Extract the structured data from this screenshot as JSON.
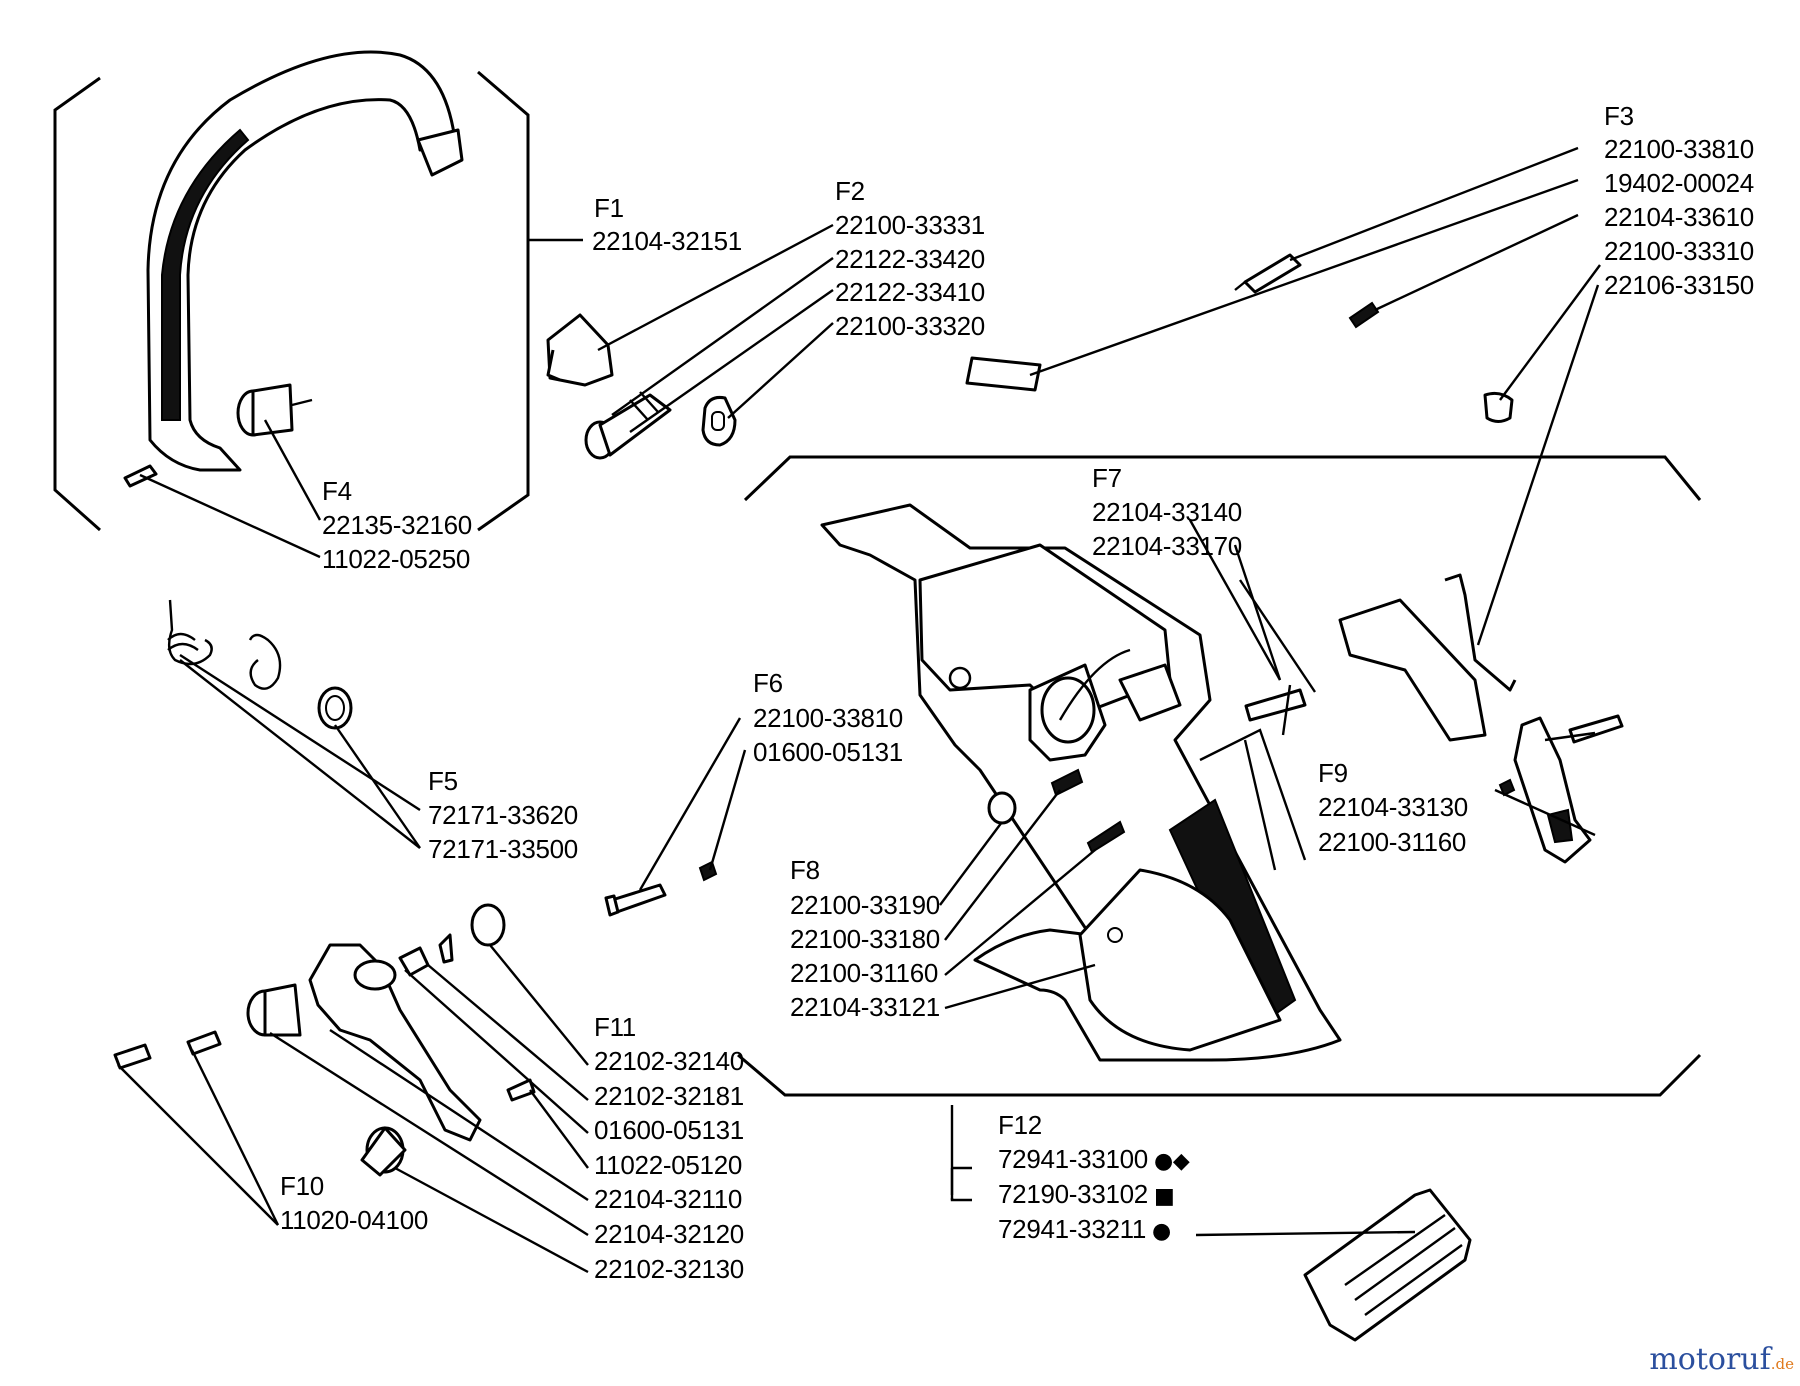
{
  "groups": [
    {
      "id": "F1",
      "parts": [
        "22104-32151"
      ]
    },
    {
      "id": "F2",
      "parts": [
        "22100-33331",
        "22122-33420",
        "22122-33410",
        "22100-33320"
      ]
    },
    {
      "id": "F3",
      "parts": [
        "22100-33810",
        "19402-00024",
        "22104-33610",
        "22100-33310",
        "22106-33150"
      ]
    },
    {
      "id": "F4",
      "parts": [
        "22135-32160",
        "11022-05250"
      ]
    },
    {
      "id": "F5",
      "parts": [
        "72171-33620",
        "72171-33500"
      ]
    },
    {
      "id": "F6",
      "parts": [
        "22100-33810",
        "01600-05131"
      ]
    },
    {
      "id": "F7",
      "parts": [
        "22104-33140",
        "22104-33170"
      ]
    },
    {
      "id": "F8",
      "parts": [
        "22100-33190",
        "22100-33180",
        "22100-31160",
        "22104-33121"
      ]
    },
    {
      "id": "F9",
      "parts": [
        "22104-33130",
        "22100-31160"
      ]
    },
    {
      "id": "F10",
      "parts": [
        "11020-04100"
      ]
    },
    {
      "id": "F11",
      "parts": [
        "22102-32140",
        "22102-32181",
        "01600-05131",
        "11022-05120",
        "22104-32110",
        "22104-32120",
        "22102-32130"
      ]
    },
    {
      "id": "F12",
      "parts": [
        {
          "number": "72941-33100",
          "symbols": "●◆"
        },
        {
          "number": "72190-33102",
          "symbols": "■"
        },
        {
          "number": "72941-33211",
          "symbols": "●"
        }
      ]
    }
  ],
  "watermark": {
    "main": "motoruf",
    "suffix": ".de"
  }
}
